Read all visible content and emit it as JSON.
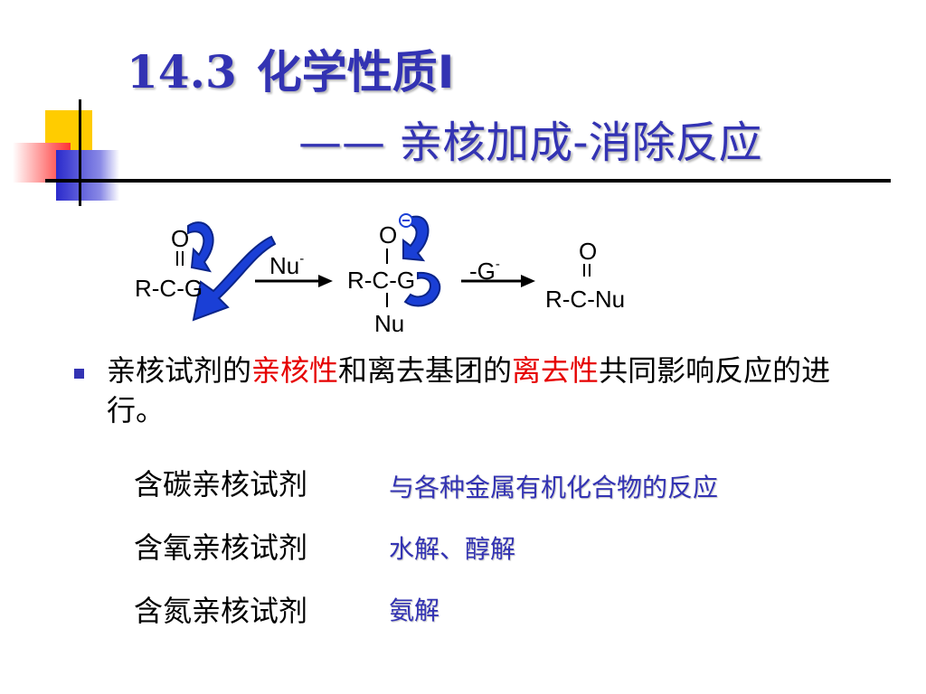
{
  "title": {
    "line1_number": "14.3",
    "line1_text": "化学性质I",
    "line2": "—— 亲核加成-消除反应"
  },
  "scheme": {
    "reactant_o": "O",
    "reactant": "R-C-G",
    "reagent": "Nu",
    "reagent_charge": "-",
    "intermediate_o": "O",
    "intermediate": "R-C-G",
    "intermediate_nu": "Nu",
    "leaving": "-G",
    "leaving_charge": "-",
    "product_o": "O",
    "product": "R-C-Nu"
  },
  "bullet": {
    "seg1": "亲核试剂的",
    "seg2": "亲核性",
    "seg3": "和离去基团的",
    "seg4": "离去性",
    "seg5": "共同影响反应的进行。"
  },
  "rows": [
    {
      "reagent": "含碳亲核试剂",
      "reaction": "与各种金属有机化合物的反应"
    },
    {
      "reagent": "含氧亲核试剂",
      "reaction": "水解、醇解"
    },
    {
      "reagent": "含氮亲核试剂",
      "reaction": "氨解"
    }
  ],
  "colors": {
    "title": "#3333b3",
    "highlight": "#e60000",
    "arrow": "#1a3fd6"
  }
}
